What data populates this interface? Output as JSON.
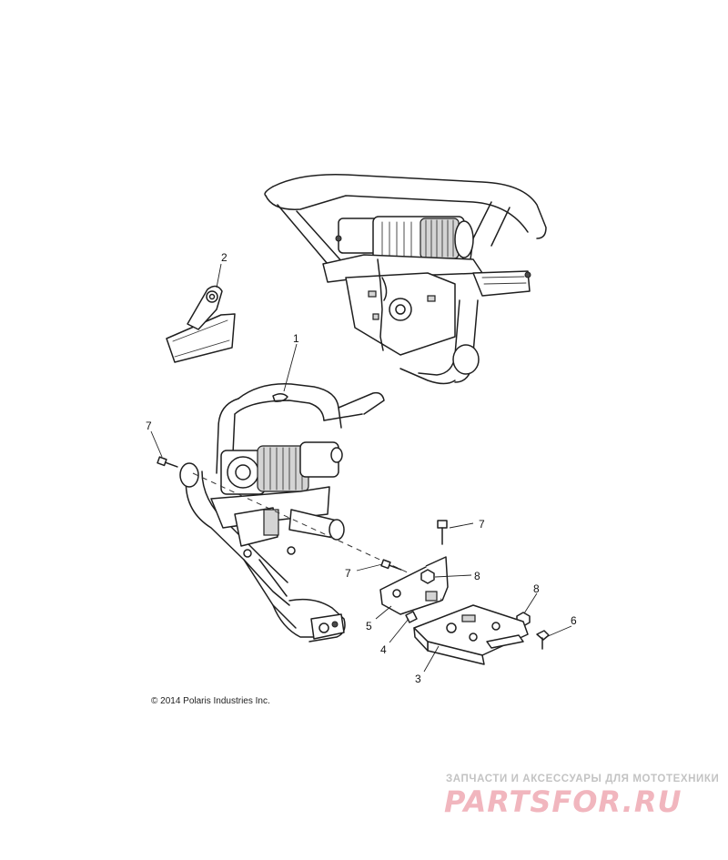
{
  "callouts": [
    "1",
    "2",
    "3",
    "4",
    "5",
    "6",
    "7",
    "8"
  ],
  "copyright": "© 2014 Polaris Industries Inc.",
  "watermark": {
    "tagline": "ЗАПЧАСТИ И АКСЕССУАРЫ ДЛЯ МОТОТЕХНИКИ",
    "logo_text": "PARTSFOR.RU"
  }
}
